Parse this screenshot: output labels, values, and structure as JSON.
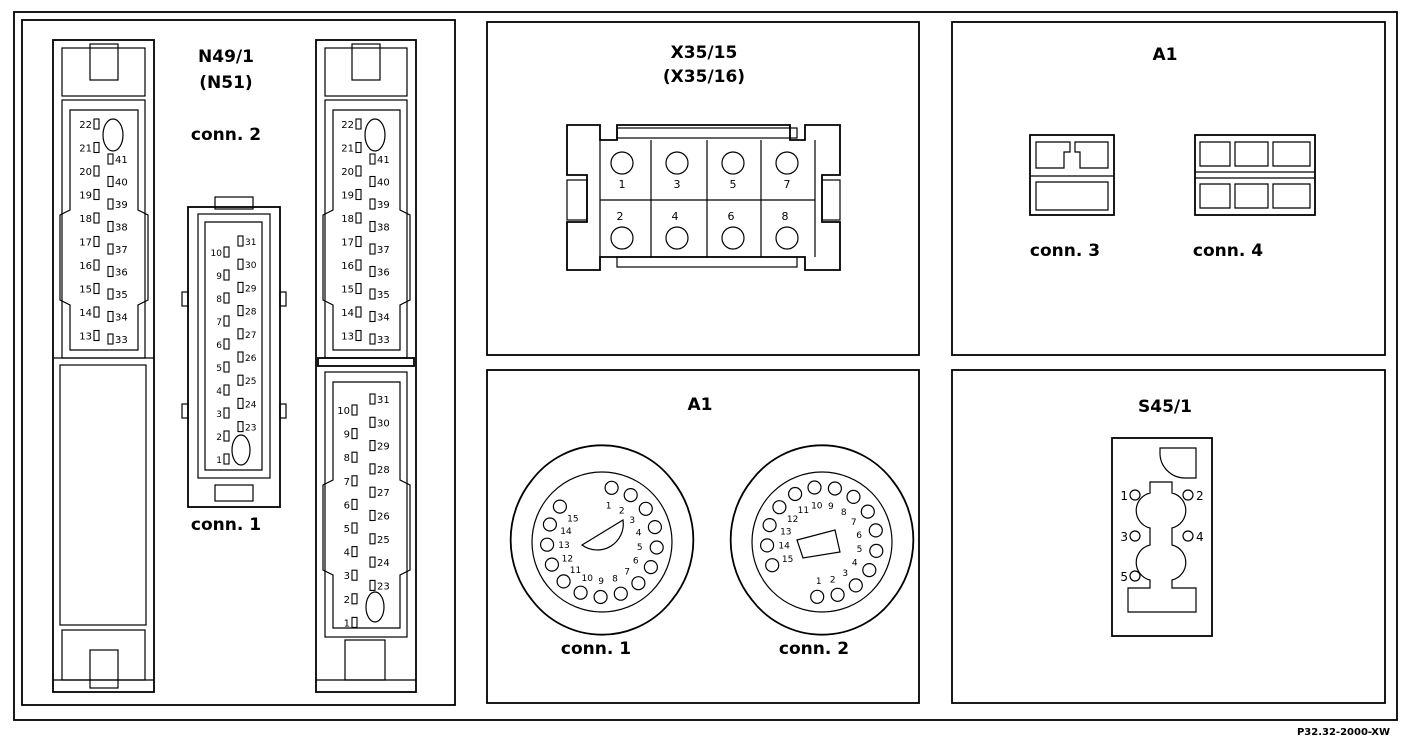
{
  "figure_code": "P32.32-2000-XW",
  "panels": {
    "n49": {
      "title_line1": "N49/1",
      "title_line2": "(N51)",
      "conn2_label": "conn. 2",
      "conn1_label": "conn. 1",
      "conn2_pins_left": [
        "22",
        "21",
        "20",
        "19",
        "18",
        "17",
        "16",
        "15",
        "14",
        "13"
      ],
      "conn2_pins_right": [
        "41",
        "40",
        "39",
        "38",
        "37",
        "36",
        "35",
        "34",
        "33"
      ],
      "conn1_pins_left": [
        "10",
        "9",
        "8",
        "7",
        "6",
        "5",
        "4",
        "3",
        "2",
        "1"
      ],
      "conn1_pins_right": [
        "31",
        "30",
        "29",
        "28",
        "27",
        "26",
        "25",
        "24",
        "23"
      ]
    },
    "x35": {
      "title_line1": "X35/15",
      "title_line2": "(X35/16)",
      "pins_top": [
        "1",
        "3",
        "5",
        "7"
      ],
      "pins_bottom": [
        "2",
        "4",
        "6",
        "8"
      ]
    },
    "a1_top": {
      "title": "A1",
      "conn3_label": "conn. 3",
      "conn4_label": "conn. 4"
    },
    "a1_round": {
      "title": "A1",
      "conn1_label": "conn. 1",
      "conn2_label": "conn. 2",
      "conn1_pins": [
        "1",
        "2",
        "3",
        "4",
        "5",
        "6",
        "7",
        "8",
        "9",
        "10",
        "11",
        "12",
        "13",
        "14",
        "15"
      ],
      "conn2_pins": [
        "1",
        "2",
        "3",
        "4",
        "5",
        "6",
        "7",
        "8",
        "9",
        "10",
        "11",
        "12",
        "13",
        "14",
        "15"
      ]
    },
    "s45": {
      "title": "S45/1",
      "pins": [
        "1",
        "2",
        "3",
        "4",
        "5"
      ]
    }
  }
}
